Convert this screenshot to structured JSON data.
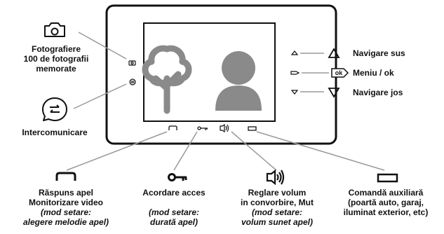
{
  "diagram": {
    "left_labels": {
      "photo": [
        "Fotografiere",
        "100 de fotografii",
        "memorate"
      ],
      "intercom": "Intercomunicare"
    },
    "right_labels": {
      "nav_up": "Navigare sus",
      "menu_ok": "Meniu / ok",
      "nav_down": "Navigare jos",
      "ok_glyph": "ok"
    },
    "bottom_labels": {
      "answer": {
        "lines": [
          "Răspuns apel",
          "Monitorizare video"
        ],
        "mode_lines": [
          "(mod setare:",
          "alegere melodie apel)"
        ]
      },
      "access": {
        "lines": [
          "Acordare acces"
        ],
        "mode_lines": [
          "(mod setare:",
          "durată apel)"
        ]
      },
      "volume": {
        "lines": [
          "Reglare volum",
          "in convorbire, Mut"
        ],
        "mode_lines": [
          "(mod setare:",
          "volum sunet apel)"
        ]
      },
      "aux": {
        "lines": [
          "Comandă auxiliară",
          "(poartă auto, garaj,",
          "iluminat exterior, etc)"
        ]
      }
    }
  }
}
